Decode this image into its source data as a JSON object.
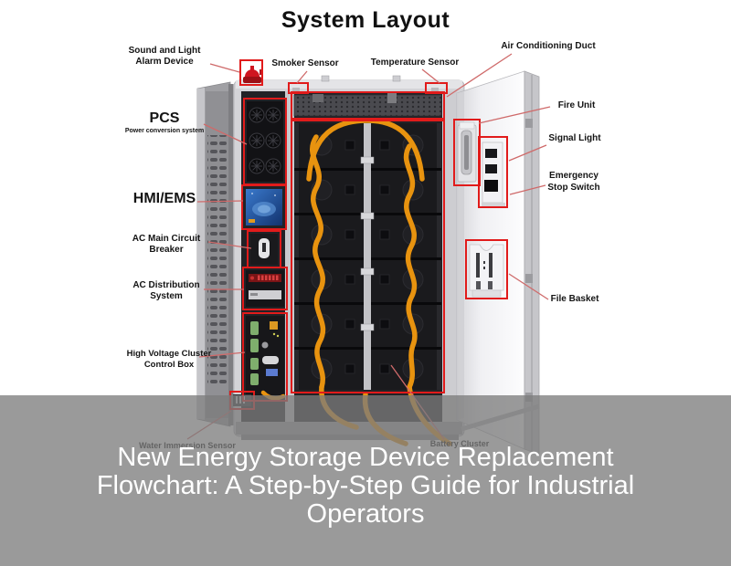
{
  "title": "System Layout",
  "diagram": {
    "labels": {
      "sound_and_light_alarm_device": "Sound and Light Alarm Device",
      "pcs": "PCS",
      "pcs_subtitle": "Power conversion system",
      "hmi_ems": "HMI/EMS",
      "ac_main_circuit_breaker": "AC Main Circuit Breaker",
      "ac_distribution_system": "AC Distribution System",
      "high_voltage_cluster_control_box": "High Voltage Cluster Control Box",
      "water_immersion_sensor": "Water Immersion Sensor",
      "smoker_sensor": "Smoker Sensor",
      "temperature_sensor": "Temperature Sensor",
      "air_conditioning_duct": "Air Conditioning Duct",
      "fire_unit": "Fire Unit",
      "signal_light": "Signal Light",
      "emergency_stop_switch": "Emergency Stop Switch",
      "file_basket": "File Basket",
      "battery_cluster": "Battery Cluster"
    },
    "colors": {
      "annotation_box": "#e11b1b",
      "leader_line": "#cf6a6a",
      "cable_orange": "#e8930f",
      "screen_blue": "#2a64b8",
      "beacon_red": "#cf1620"
    }
  },
  "overlay": {
    "lines": [
      "New Energy Storage Device Replacement",
      "Flowchart: A Step-by-Step Guide for Industrial",
      "Operators"
    ],
    "text_color": "#ffffff"
  }
}
